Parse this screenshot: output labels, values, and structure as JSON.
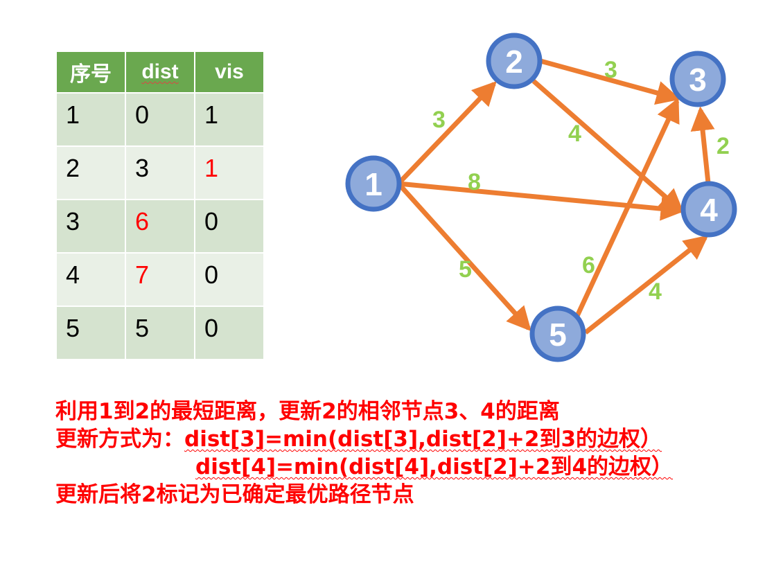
{
  "table": {
    "headers": [
      "序号",
      "dist",
      "vis"
    ],
    "rows": [
      {
        "id": "1",
        "dist": "0",
        "vis": "1"
      },
      {
        "id": "2",
        "dist": "3",
        "vis": "1"
      },
      {
        "id": "3",
        "dist": "6",
        "vis": "0"
      },
      {
        "id": "4",
        "dist": "7",
        "vis": "0"
      },
      {
        "id": "5",
        "dist": "5",
        "vis": "0"
      }
    ]
  },
  "graph": {
    "nodes": [
      "1",
      "2",
      "3",
      "4",
      "5"
    ],
    "edges": [
      {
        "from": "1",
        "to": "2",
        "weight": "3"
      },
      {
        "from": "1",
        "to": "4",
        "weight": "8"
      },
      {
        "from": "1",
        "to": "5",
        "weight": "5"
      },
      {
        "from": "2",
        "to": "3",
        "weight": "3"
      },
      {
        "from": "2",
        "to": "4",
        "weight": "4"
      },
      {
        "from": "4",
        "to": "3",
        "weight": "2"
      },
      {
        "from": "5",
        "to": "3",
        "weight": "6"
      },
      {
        "from": "5",
        "to": "4",
        "weight": "4"
      }
    ],
    "colors": {
      "node_fill": "#8eaadb",
      "node_stroke": "#4472c4",
      "edge": "#ed7d31",
      "weight": "#92d050"
    }
  },
  "explanation": {
    "line1": "利用1到2的最短距离，更新2的相邻节点3、4的距离",
    "line2_prefix": "更新方式为：",
    "line2_body": "dist[3]=min(dist[3],dist[2]+2到3的边权）",
    "line3_body": "dist[4]=min(dist[4],dist[2]+2到4的边权）",
    "line4": "更新后将2标记为已确定最优路径节点"
  }
}
